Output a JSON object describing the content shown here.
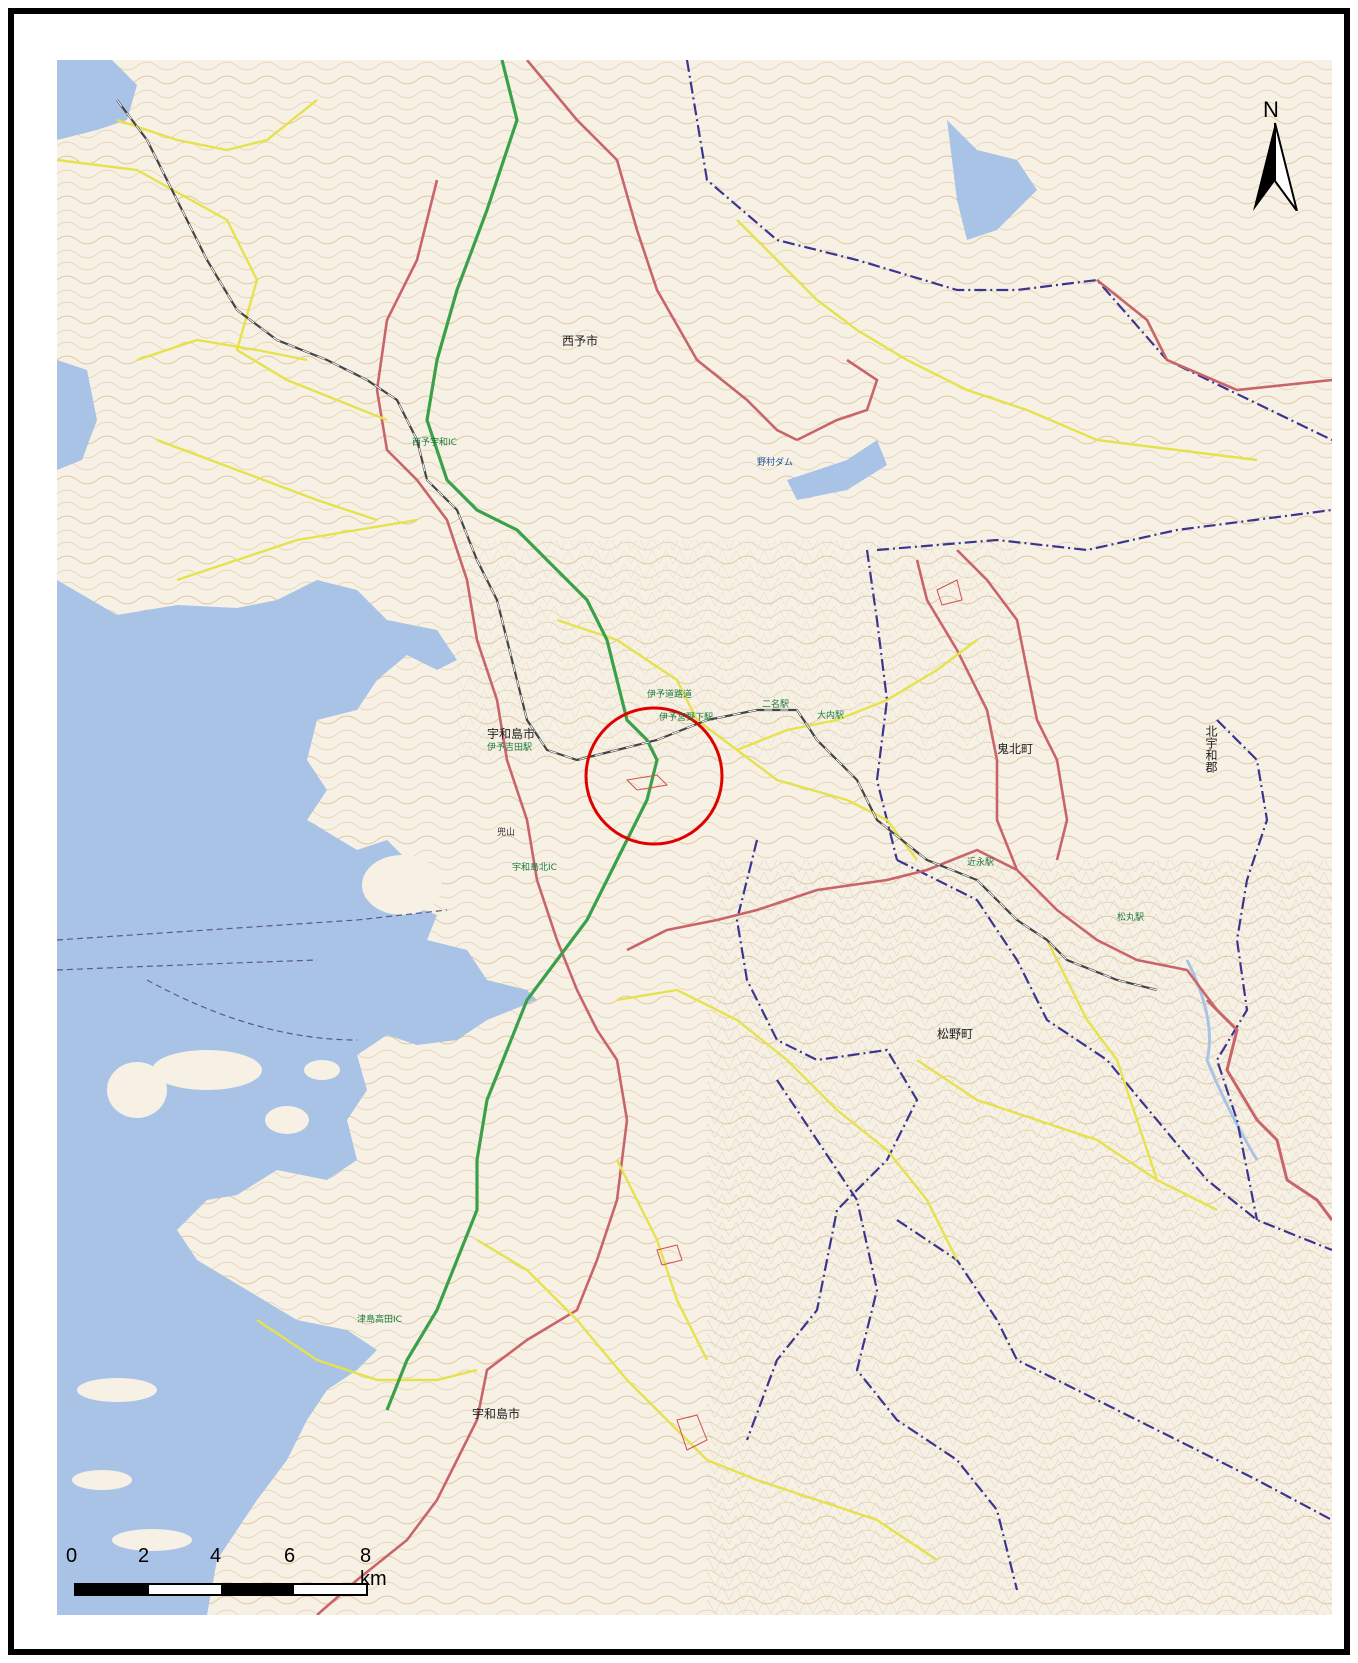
{
  "map": {
    "labels": [
      {
        "id": "seiyo",
        "text": "西予市"
      },
      {
        "id": "uwajima-n",
        "text": "宇和島市"
      },
      {
        "id": "kihoku",
        "text": "鬼北町"
      },
      {
        "id": "matsuno",
        "text": "松野町"
      },
      {
        "id": "uwajima-s",
        "text": "宇和島市"
      },
      {
        "id": "kitauwa",
        "text": "北宇和郡"
      }
    ],
    "minor_labels": [
      {
        "id": "iyo-nagahama",
        "text": "伊予吉田駅"
      },
      {
        "id": "uwajima-st",
        "text": "伊予宮野下駅"
      },
      {
        "id": "futana",
        "text": "二名駅"
      },
      {
        "id": "oouchi",
        "text": "大内駅"
      },
      {
        "id": "iyo-michi",
        "text": "伊予道路道"
      },
      {
        "id": "kabuto",
        "text": "兜山"
      },
      {
        "id": "nomura-dam",
        "text": "野村ダム"
      },
      {
        "id": "uwa-ic",
        "text": "宇和島北IC"
      },
      {
        "id": "tsushima-ic",
        "text": "津島高田IC"
      },
      {
        "id": "seiyo-ic",
        "text": "西予宇和IC"
      },
      {
        "id": "kihoku-st",
        "text": "近永駅"
      },
      {
        "id": "matsumaru",
        "text": "松丸駅"
      }
    ],
    "colors": {
      "sea": "#a9c3e6",
      "land": "#f6f1e4",
      "contour": "#d9b98c",
      "road_yellow": "#e6e24e",
      "road_red": "#c9646b",
      "expressway": "#3aa14a",
      "rail": "#444444",
      "boundary": "#3b3590",
      "highlight_circle": "#e00000"
    }
  },
  "north_arrow": {
    "label": "N"
  },
  "scale_bar": {
    "ticks": [
      "0",
      "2",
      "4",
      "6",
      "8 km"
    ]
  }
}
